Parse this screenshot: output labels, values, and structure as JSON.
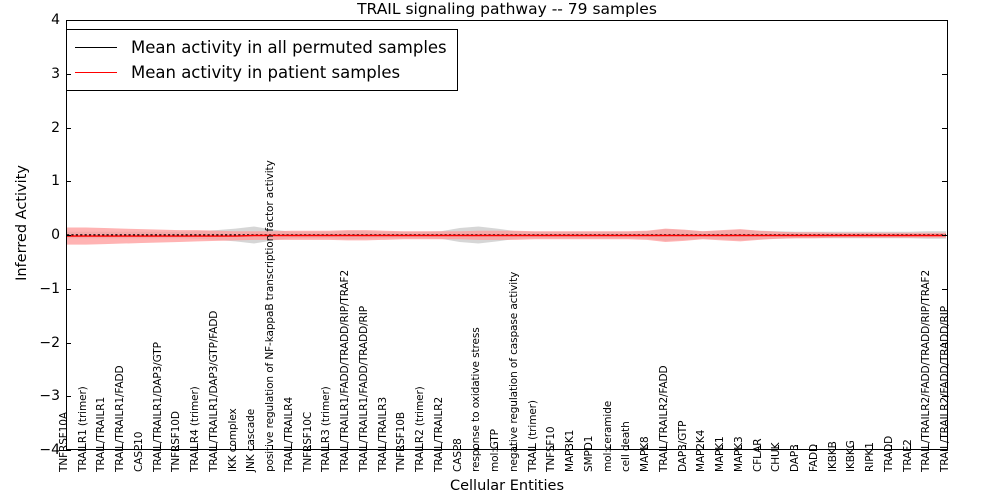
{
  "chart_data": {
    "type": "line",
    "title": "TRAIL signaling pathway -- 79 samples",
    "xlabel": "Cellular Entities",
    "ylabel": "Inferred Activity",
    "ylim": [
      -4,
      4
    ],
    "yticks": [
      4,
      3,
      2,
      1,
      0,
      -1,
      -2,
      -3,
      -4
    ],
    "ytick_labels": [
      "4",
      "3",
      "2",
      "1",
      "0",
      "−1",
      "−2",
      "−3",
      "−4"
    ],
    "grid": false,
    "legend_position": "upper left",
    "legend": [
      {
        "label": "Mean activity in all permuted samples",
        "color": "#000000"
      },
      {
        "label": "Mean activity in patient samples",
        "color": "#ff0000"
      }
    ],
    "categories": [
      "TNFRSF10A",
      "TRAILR1 (trimer)",
      "TRAIL/TRAILR1",
      "TRAIL/TRAILR1/FADD",
      "CASP10",
      "TRAIL/TRAILR1/DAP3/GTP",
      "TNFRSF10D",
      "TRAILR4 (trimer)",
      "TRAIL/TRAILR1/DAP3/GTP/FADD",
      "IKK complex",
      "JNK cascade",
      "positive regulation of NF-kappaB transcription factor activity",
      "TRAIL/TRAILR4",
      "TNFRSF10C",
      "TRAILR3 (trimer)",
      "TRAIL/TRAILR1/FADD/TRADD/RIP/TRAF2",
      "TRAIL/TRAILR1/FADD/TRADD/RIP",
      "TRAIL/TRAILR3",
      "TNFRSF10B",
      "TRAILR2 (trimer)",
      "TRAIL/TRAILR2",
      "CASP8",
      "response to oxidative stress",
      "mol:GTP",
      "negative regulation of caspase activity",
      "TRAIL (trimer)",
      "TNFSF10",
      "MAP3K1",
      "SMPD1",
      "mol:ceramide",
      "cell death",
      "MAPK8",
      "TRAIL/TRAILR2/FADD",
      "DAP3/GTP",
      "MAP2K4",
      "MAPK1",
      "MAPK3",
      "CFLAR",
      "CHUK",
      "DAP3",
      "FADD",
      "IKBKB",
      "IKBKG",
      "RIPK1",
      "TRADD",
      "TRAF2",
      "TRAIL/TRAILR2/FADD/TRADD/RIP/TRAF2",
      "TRAIL/TRAILR2/FADD/TRADD/RIP"
    ],
    "series": [
      {
        "name": "Mean activity in all permuted samples",
        "color": "#000000",
        "style": "dotted",
        "values": [
          0.0,
          0.0,
          0.0,
          0.0,
          0.0,
          0.0,
          0.0,
          0.0,
          0.0,
          0.0,
          0.0,
          0.0,
          0.0,
          0.0,
          0.0,
          0.0,
          0.0,
          0.0,
          0.0,
          0.0,
          0.0,
          0.0,
          0.0,
          0.0,
          0.0,
          0.0,
          0.0,
          0.0,
          0.0,
          0.0,
          0.0,
          0.0,
          0.0,
          0.0,
          0.0,
          0.0,
          0.0,
          0.0,
          0.0,
          0.0,
          0.0,
          0.0,
          0.0,
          0.0,
          0.0,
          0.0,
          0.0,
          0.0
        ],
        "band_color": "#c8c8c8",
        "band_upper": [
          0.06,
          0.06,
          0.06,
          0.06,
          0.06,
          0.06,
          0.06,
          0.07,
          0.09,
          0.12,
          0.16,
          0.1,
          0.06,
          0.06,
          0.06,
          0.08,
          0.07,
          0.06,
          0.06,
          0.06,
          0.07,
          0.13,
          0.16,
          0.12,
          0.07,
          0.06,
          0.06,
          0.06,
          0.06,
          0.06,
          0.06,
          0.07,
          0.11,
          0.09,
          0.07,
          0.08,
          0.1,
          0.08,
          0.07,
          0.06,
          0.06,
          0.06,
          0.06,
          0.06,
          0.06,
          0.06,
          0.07,
          0.07
        ],
        "band_lower": [
          -0.06,
          -0.06,
          -0.06,
          -0.06,
          -0.06,
          -0.06,
          -0.06,
          -0.07,
          -0.09,
          -0.12,
          -0.16,
          -0.1,
          -0.06,
          -0.06,
          -0.06,
          -0.08,
          -0.07,
          -0.06,
          -0.06,
          -0.06,
          -0.07,
          -0.13,
          -0.16,
          -0.12,
          -0.07,
          -0.06,
          -0.06,
          -0.06,
          -0.06,
          -0.06,
          -0.06,
          -0.07,
          -0.11,
          -0.09,
          -0.07,
          -0.08,
          -0.1,
          -0.08,
          -0.07,
          -0.06,
          -0.06,
          -0.06,
          -0.06,
          -0.06,
          -0.06,
          -0.06,
          -0.07,
          -0.07
        ]
      },
      {
        "name": "Mean activity in patient samples",
        "color": "#ff0000",
        "style": "solid",
        "values": [
          -0.02,
          -0.02,
          -0.02,
          -0.02,
          -0.02,
          -0.02,
          -0.02,
          -0.02,
          -0.02,
          -0.02,
          -0.01,
          -0.01,
          -0.01,
          -0.01,
          -0.01,
          -0.01,
          -0.01,
          -0.01,
          -0.01,
          -0.01,
          -0.01,
          -0.01,
          -0.01,
          -0.01,
          -0.01,
          -0.01,
          -0.01,
          -0.01,
          -0.01,
          -0.01,
          -0.01,
          -0.01,
          -0.01,
          -0.01,
          -0.01,
          -0.01,
          -0.01,
          -0.01,
          -0.01,
          -0.01,
          -0.01,
          -0.01,
          -0.01,
          -0.01,
          -0.01,
          -0.01,
          -0.01,
          -0.01
        ],
        "band_color": "#ff9999",
        "band_upper": [
          0.14,
          0.14,
          0.13,
          0.12,
          0.11,
          0.1,
          0.09,
          0.09,
          0.08,
          0.07,
          0.07,
          0.07,
          0.08,
          0.08,
          0.08,
          0.09,
          0.09,
          0.08,
          0.07,
          0.07,
          0.07,
          0.07,
          0.08,
          0.08,
          0.08,
          0.07,
          0.07,
          0.07,
          0.07,
          0.07,
          0.07,
          0.08,
          0.12,
          0.1,
          0.07,
          0.09,
          0.11,
          0.08,
          0.06,
          0.05,
          0.05,
          0.04,
          0.04,
          0.04,
          0.04,
          0.04,
          0.04,
          0.04
        ],
        "band_lower": [
          -0.18,
          -0.18,
          -0.17,
          -0.16,
          -0.15,
          -0.14,
          -0.13,
          -0.12,
          -0.11,
          -0.1,
          -0.09,
          -0.09,
          -0.09,
          -0.09,
          -0.09,
          -0.1,
          -0.1,
          -0.09,
          -0.08,
          -0.08,
          -0.08,
          -0.08,
          -0.09,
          -0.09,
          -0.09,
          -0.08,
          -0.08,
          -0.08,
          -0.08,
          -0.08,
          -0.08,
          -0.09,
          -0.13,
          -0.11,
          -0.08,
          -0.1,
          -0.12,
          -0.09,
          -0.07,
          -0.06,
          -0.06,
          -0.05,
          -0.05,
          -0.05,
          -0.05,
          -0.05,
          -0.05,
          -0.05
        ]
      }
    ]
  }
}
